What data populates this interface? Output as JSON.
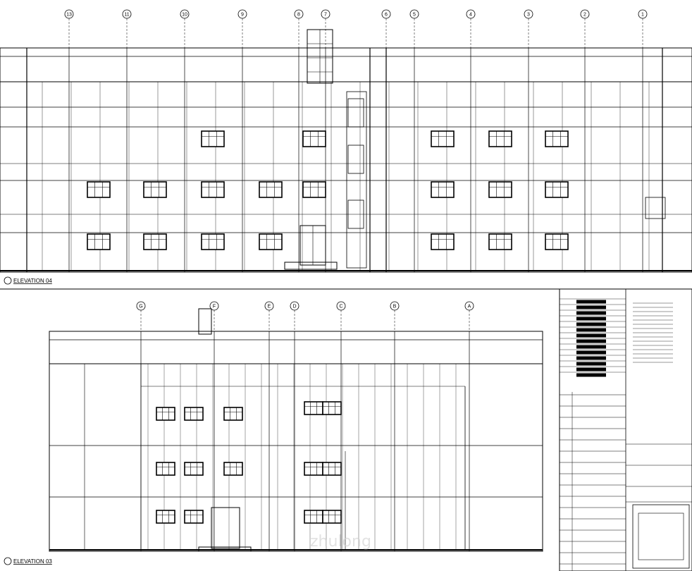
{
  "elevation_04": {
    "title": "ELEVATION 04",
    "grid_bubbles": [
      "13",
      "11",
      "10",
      "9",
      "8",
      "7",
      "6",
      "5",
      "4",
      "3",
      "2",
      "1"
    ]
  },
  "elevation_03": {
    "title": "ELEVATION 03",
    "grid_bubbles": [
      "G",
      "F",
      "E",
      "D",
      "C",
      "B",
      "A"
    ]
  },
  "watermark": "zhulong"
}
